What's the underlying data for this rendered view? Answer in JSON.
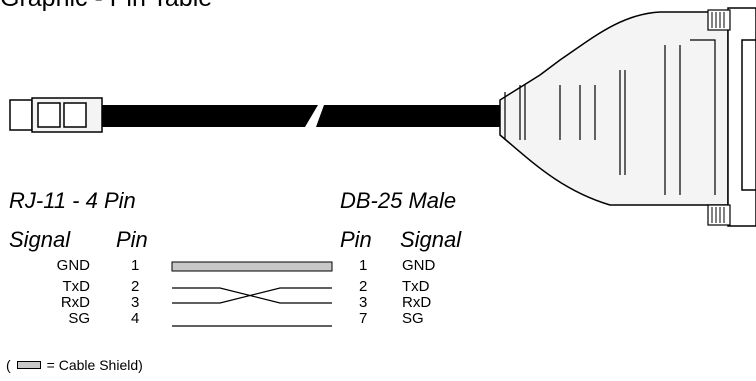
{
  "title": "Graphic - Pin Table",
  "left_connector": {
    "name": "RJ-11 - 4 Pin",
    "col_signal": "Signal",
    "col_pin": "Pin"
  },
  "right_connector": {
    "name": "DB-25 Male",
    "col_pin": "Pin",
    "col_signal": "Signal"
  },
  "rows": [
    {
      "left_signal": "GND",
      "left_pin": "1",
      "right_pin": "1",
      "right_signal": "GND"
    },
    {
      "left_signal": "TxD",
      "left_pin": "2",
      "right_pin": "2",
      "right_signal": "TxD"
    },
    {
      "left_signal": "RxD",
      "left_pin": "3",
      "right_pin": "3",
      "right_signal": "RxD"
    },
    {
      "left_signal": "SG",
      "left_pin": "4",
      "right_pin": "7",
      "right_signal": "SG"
    }
  ],
  "legend": {
    "open": "(",
    "text": "= Cable Shield)"
  },
  "colors": {
    "shield": "#c8c8c8",
    "cable": "#000000",
    "connector_fill": "#f4f4f4"
  }
}
